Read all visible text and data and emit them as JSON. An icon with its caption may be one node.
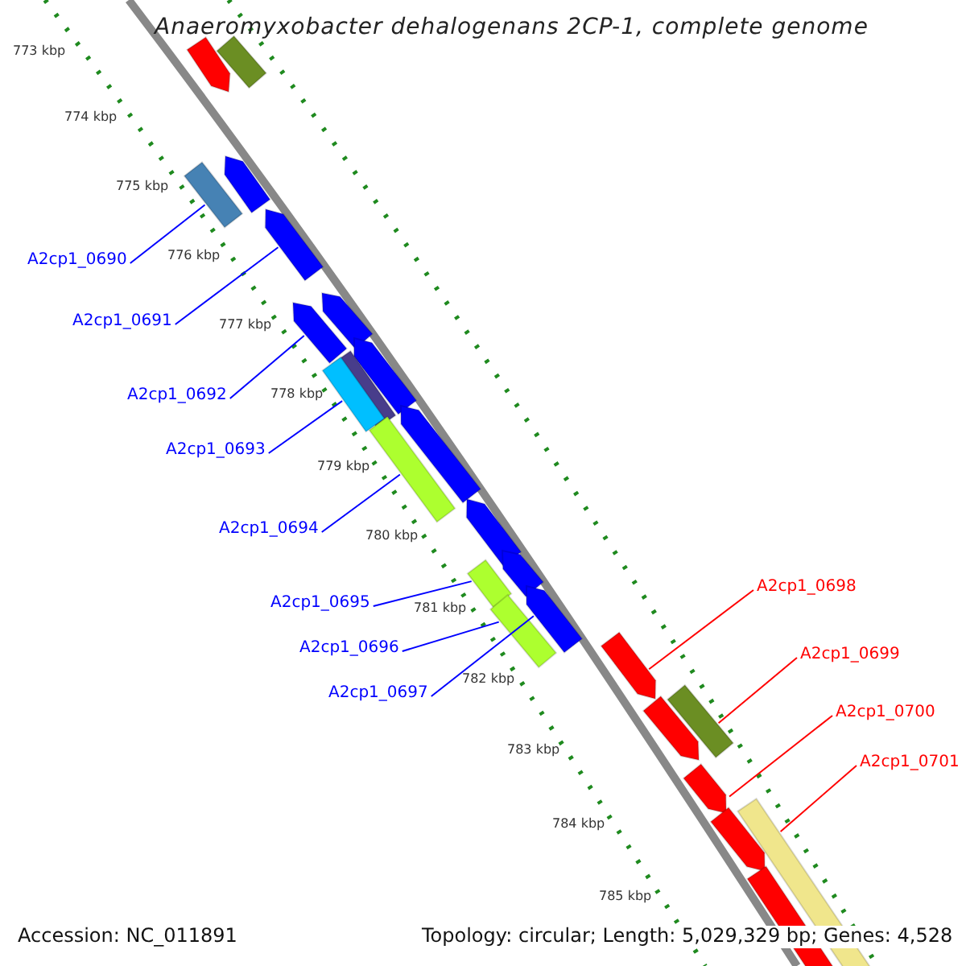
{
  "diagram": {
    "title": "Anaeromyxobacter dehalogenans 2CP-1, complete genome",
    "nodes": [
      {
        "text": [
          "A2cp1_0690"
        ]
      },
      {
        "text": [
          "A2cp1_0691"
        ]
      },
      {
        "text": [
          "A2cp1_0692"
        ]
      },
      {
        "text": [
          "A2cp1_0693"
        ]
      },
      {
        "text": [
          "A2cp1_0694"
        ]
      },
      {
        "text": [
          "A2cp1_0695"
        ]
      },
      {
        "text": [
          "A2cp1_0696"
        ]
      },
      {
        "text": [
          "A2cp1_0697"
        ]
      },
      {
        "text": [
          "A2cp1_0698"
        ]
      },
      {
        "text": [
          "A2cp1_0699"
        ]
      },
      {
        "text": [
          "A2cp1_0700"
        ]
      },
      {
        "text": [
          "A2cp1_0701"
        ]
      },
      {
        "text": [],
        "shape": "arrow"
      },
      {
        "text": [],
        "shape": "bar"
      },
      {
        "text": [],
        "shape": "bar"
      },
      {
        "text": [],
        "shape": "arrow"
      },
      {
        "text": [],
        "shape": "arrow"
      },
      {
        "text": [],
        "shape": "arrow"
      },
      {
        "text": [],
        "shape": "arrow"
      },
      {
        "text": [],
        "shape": "arrow"
      },
      {
        "text": [],
        "shape": "bar"
      },
      {
        "text": [],
        "shape": "bar"
      },
      {
        "text": [],
        "shape": "bar"
      },
      {
        "text": [],
        "shape": "arrow"
      },
      {
        "text": [],
        "shape": "arrow"
      },
      {
        "text": [],
        "shape": "arrow"
      },
      {
        "text": [],
        "shape": "bar"
      },
      {
        "text": [],
        "shape": "bar"
      },
      {
        "text": [],
        "shape": "arrow"
      },
      {
        "text": [],
        "shape": "arrow"
      },
      {
        "text": [],
        "shape": "arrow"
      },
      {
        "text": [],
        "shape": "bar"
      },
      {
        "text": [],
        "shape": "arrow"
      },
      {
        "text": [],
        "shape": "arrow"
      },
      {
        "text": [],
        "shape": "bar"
      },
      {
        "text": [],
        "shape": "bar"
      }
    ],
    "edges": [
      {
        "from": 0,
        "to": 14,
        "arrow": "none"
      },
      {
        "from": 1,
        "to": 16,
        "arrow": "none"
      },
      {
        "from": 2,
        "to": 17,
        "arrow": "none"
      },
      {
        "from": 3,
        "to": 21,
        "arrow": "none"
      },
      {
        "from": 4,
        "to": 22,
        "arrow": "none"
      },
      {
        "from": 5,
        "to": 26,
        "arrow": "none"
      },
      {
        "from": 6,
        "to": 27,
        "arrow": "none"
      },
      {
        "from": 7,
        "to": 28,
        "arrow": "none"
      },
      {
        "from": 8,
        "to": 29,
        "arrow": "none",
        "color": "#ff0000"
      },
      {
        "from": 9,
        "to": 31,
        "arrow": "none",
        "color": "#ff0000"
      },
      {
        "from": 10,
        "to": 32,
        "arrow": "none",
        "color": "#ff0000"
      },
      {
        "from": 11,
        "to": 35,
        "arrow": "none",
        "color": "#ff0000"
      }
    ],
    "labels": [
      "773 kbp",
      "774 kbp",
      "775 kbp",
      "776 kbp",
      "777 kbp",
      "778 kbp",
      "779 kbp",
      "780 kbp",
      "781 kbp",
      "782 kbp",
      "783 kbp",
      "784 kbp",
      "785 kbp",
      "Accession: NC_011891",
      "Topology: circular; Length: 5,029,329 bp; Genes: 4,528"
    ]
  }
}
